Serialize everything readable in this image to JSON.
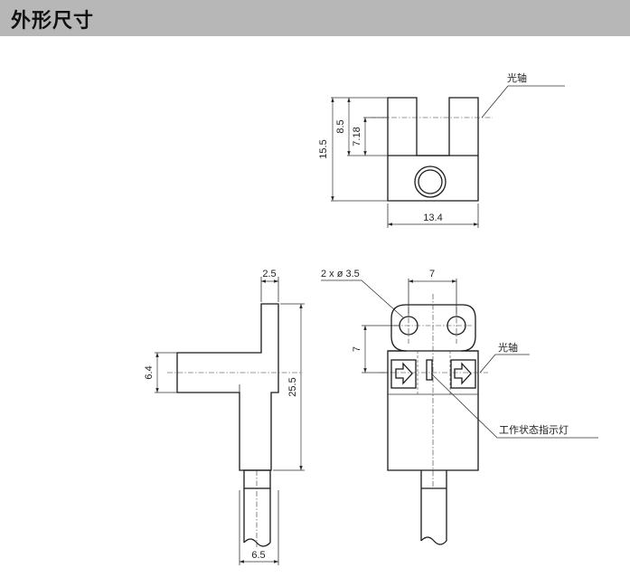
{
  "header": {
    "title": "外形尺寸"
  },
  "top_view": {
    "label_optical_axis": "光轴",
    "dim_height_total": "15.5",
    "dim_slot_depth": "8.5",
    "dim_axis_height": "7.18",
    "dim_width": "13.4"
  },
  "side_view": {
    "dim_top_width": "2.5",
    "dim_arm_height": "6.4",
    "dim_total_height": "25.5",
    "dim_cable_width": "6.5"
  },
  "front_view": {
    "dim_holes": "2 x ø 3.5",
    "dim_hole_spacing": "7",
    "dim_hole_to_axis": "7",
    "label_optical_axis": "光轴",
    "label_indicator": "工作状态指示灯"
  }
}
